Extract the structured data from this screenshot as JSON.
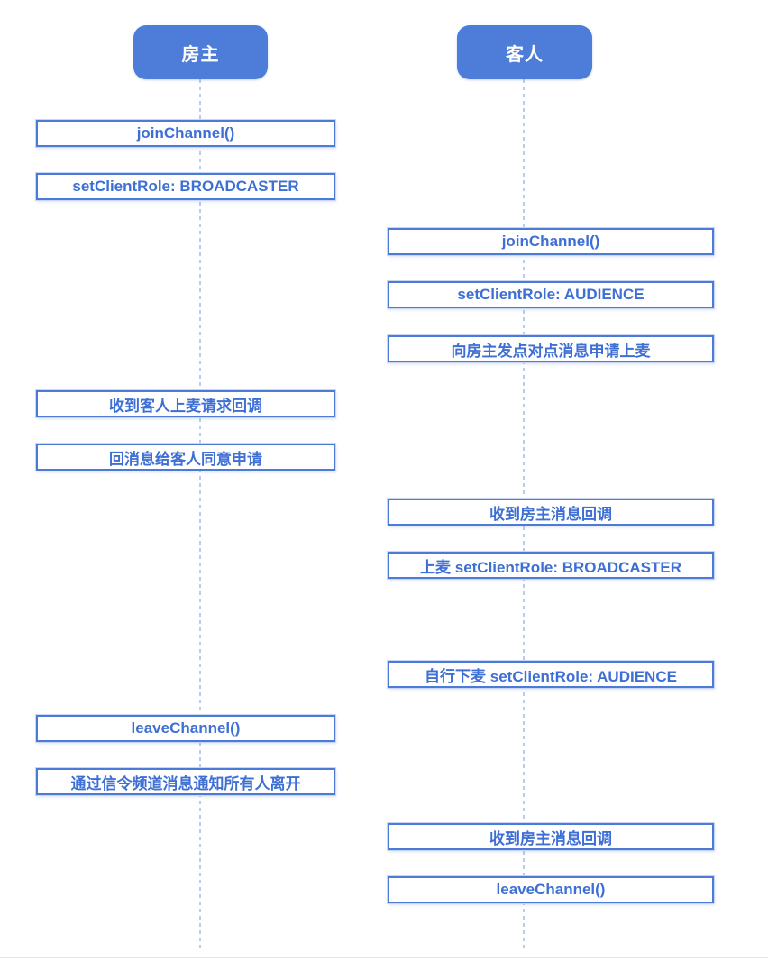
{
  "diagram": {
    "host": {
      "actor_label": "房主",
      "boxes": [
        {
          "label": "joinChannel()"
        },
        {
          "label": "setClientRole: BROADCASTER"
        },
        {
          "label": "收到客人上麦请求回调"
        },
        {
          "label": "回消息给客人同意申请"
        },
        {
          "label": "leaveChannel()"
        },
        {
          "label": "通过信令频道消息通知所有人离开"
        }
      ]
    },
    "guest": {
      "actor_label": "客人",
      "boxes": [
        {
          "label": "joinChannel()"
        },
        {
          "label": "setClientRole: AUDIENCE"
        },
        {
          "label": "向房主发点对点消息申请上麦"
        },
        {
          "label": "收到房主消息回调"
        },
        {
          "label": "上麦 setClientRole: BROADCASTER"
        },
        {
          "label": "自行下麦 setClientRole: AUDIENCE"
        },
        {
          "label": "收到房主消息回调"
        },
        {
          "label": "leaveChannel()"
        }
      ]
    },
    "colors": {
      "actor_fill": "#4d7dd9",
      "box_border": "#4b7ad7",
      "box_text": "#3e6fd5",
      "lifeline": "#b8ccf1",
      "bottom_divider": "#e4e4e2"
    }
  }
}
